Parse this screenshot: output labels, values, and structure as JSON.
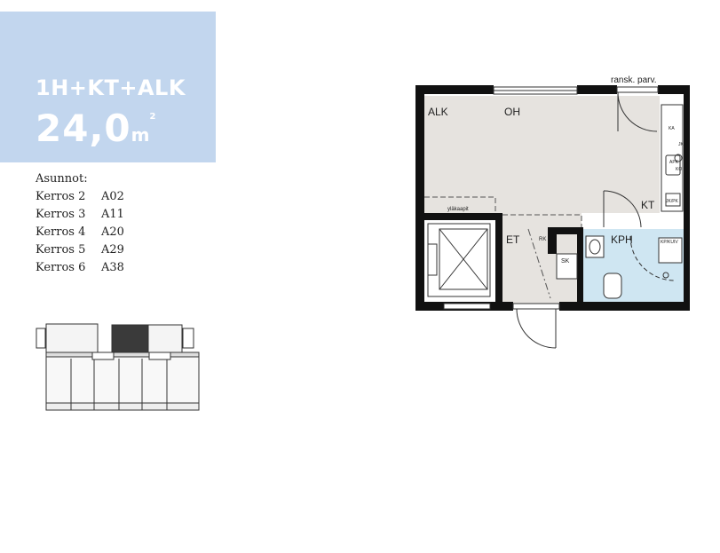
{
  "apartment": {
    "type": "1H+KT+ALK",
    "area_number": "24,0",
    "area_unit": "m",
    "area_sup": "2"
  },
  "apartments_list": {
    "heading": "Asunnot:",
    "rows": [
      {
        "floor": "Kerros 2",
        "code": "A02"
      },
      {
        "floor": "Kerros 3",
        "code": "A11"
      },
      {
        "floor": "Kerros 4",
        "code": "A20"
      },
      {
        "floor": "Kerros 5",
        "code": "A29"
      },
      {
        "floor": "Kerros 6",
        "code": "A38"
      }
    ]
  },
  "floorplan": {
    "balcony_label": "ransk. parv.",
    "rooms": {
      "alk": "ALK",
      "oh": "OH",
      "kt": "KT",
      "et": "ET",
      "kph": "KPH",
      "sk": "SK",
      "rk": "RK"
    },
    "labels": {
      "ylakaapit": "yläkaapit",
      "apk": "APK",
      "ko": "KO",
      "jkpk": "JK/PK",
      "ka": "KA",
      "jk": "JK",
      "kp_kuiv": "KP/KUIV"
    }
  },
  "colors": {
    "type_box": "#c2d6ee",
    "floor_tile": "#e6e3df",
    "bathroom": "#cfe6f2",
    "wall": "#111111",
    "highlight_unit": "#3a3a3a"
  }
}
